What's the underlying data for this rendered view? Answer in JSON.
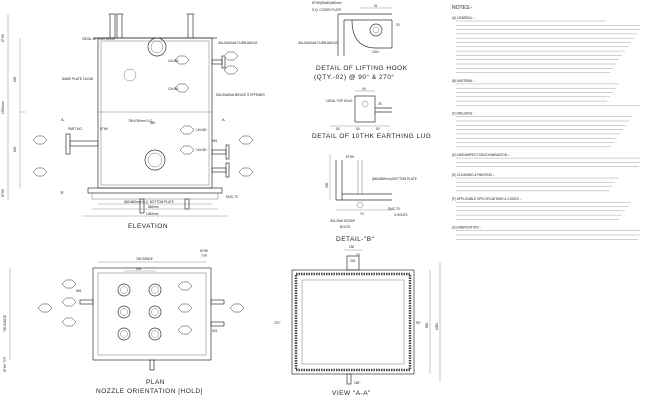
{
  "views": {
    "elevation": {
      "title": "ELEVATION"
    },
    "plan": {
      "title": "PLAN",
      "subtitle": "NOZZLE ORIENTATION [HOLD]"
    },
    "view_aa": {
      "title": "VIEW \"A-A\""
    },
    "lifting_hook": {
      "title": "DETAIL OF LIFTING HOOK",
      "subtitle": "(QTY.-02) @ 90° & 270°"
    },
    "earthing_lug": {
      "title": "DETAIL OF 10THK EARTHING LUG"
    },
    "detail_b": {
      "title": "DETAIL-\"B\""
    }
  },
  "elevation": {
    "labels": {
      "lifting_hook": "20DIA. LIFTING HOOK",
      "curb_angle": "ISA-50x50x6 CURB ANGLE",
      "name_plate": "NAME PLATE 12x160",
      "stiffener": "ISA-50x50x6 BRACE STIFFENER",
      "part_no": "PART NO.",
      "plate": "6THK",
      "sq": "750x750mm S.Q.",
      "bottom_plate": "862x862mm S.Q. BOTTOM PLATE",
      "dim_1082": "1082mm",
      "dim_862": "862mm",
      "dim_581": "581",
      "dim_1590": "1590mm",
      "dim_625a": "625",
      "dim_625b": "625",
      "dim_6thk": "6THK",
      "dim_6thk_b": "6THK",
      "bottom_b": "\"B\"",
      "aa": "A",
      "emc": "EMC-70",
      "sockets": [
        "12x160",
        "12x160",
        "12x160",
        "12x160"
      ]
    }
  },
  "plan_view": {
    "labels": {
      "dim_750": "750 INSIDE",
      "dim_6thk": "6THK",
      "dim_typ": "TYP.",
      "dim_200": "200",
      "dim_581": "581",
      "dim_531": "531",
      "dim_750v": "750 INSIDE",
      "dim_6thk_v": "6THK TYP."
    }
  },
  "view_aa_labels": {
    "dim_150": "150",
    "dim_200": "200",
    "dim_15": "15",
    "dim_862": "862",
    "dim_1082": "1082",
    "dim_270": "270°",
    "dim_90": "90°",
    "dim_180": "180°"
  },
  "hook_labels": {
    "plate": "6THK(80x80)x80mm",
    "cover_plate": "S.Q. COVER PLATE",
    "curb": "ISA-50x50x6 CURB ANGLE",
    "dim_20": "20",
    "dim_51": "51",
    "dim_120": "120x"
  },
  "lug_labels": {
    "hole": "10DIA. TOP HOLE",
    "dim_40": "40",
    "dim_25": "25",
    "dim_50a": "50",
    "dim_50b": "50",
    "dim_50c": "50"
  },
  "detail_b_labels": {
    "bottom_plate": "(862x862mm) BOTTOM PLATE",
    "emc": "EMC-70",
    "holes": "4 HOLES",
    "angle": "ISA-25x5 SCRAP",
    "bolts": "BOLTS",
    "dim_150": "150",
    "dim_70": "70",
    "dim_6thk": "6THK"
  },
  "notes": {
    "heading": "NOTES:-",
    "sections": [
      {
        "title": "(A) GENERAL :-",
        "lines": 13
      },
      {
        "title": "(B) MATERIAL :-",
        "lines": 6
      },
      {
        "title": "(C) WELDING :-",
        "lines": 8
      },
      {
        "title": "(D) NDE/INSPECTION EXAMINATION :-",
        "lines": 3
      },
      {
        "title": "(E) CLEANING & PAINTING :-",
        "lines": 4
      },
      {
        "title": "(F) APPLICABLE SPECIFICATIONS & CODES :-",
        "lines": 5
      },
      {
        "title": "(G) FABRICATION :-",
        "lines": 3
      }
    ]
  }
}
